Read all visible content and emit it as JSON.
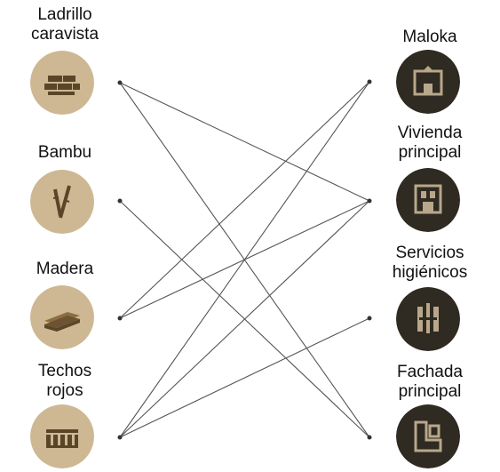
{
  "diagram": {
    "left_nodes": [
      {
        "id": "ladrillo",
        "label": "Ladrillo\ncaravista",
        "icon": "bricks-icon"
      },
      {
        "id": "bambu",
        "label": "Bambu",
        "icon": "bamboo-icon"
      },
      {
        "id": "madera",
        "label": "Madera",
        "icon": "wood-planks-icon"
      },
      {
        "id": "techos",
        "label": "Techos\nrojos",
        "icon": "roof-tiles-icon"
      }
    ],
    "right_nodes": [
      {
        "id": "maloka",
        "label": "Maloka",
        "icon": "maloka-hut-icon"
      },
      {
        "id": "vivienda",
        "label": "Vivienda\nprincipal",
        "icon": "main-house-icon"
      },
      {
        "id": "servicios",
        "label": "Servicios\nhigiénicos",
        "icon": "restroom-icon"
      },
      {
        "id": "fachada",
        "label": "Fachada\nprincipal",
        "icon": "facade-icon"
      }
    ],
    "edges": [
      [
        "ladrillo",
        "vivienda"
      ],
      [
        "ladrillo",
        "fachada"
      ],
      [
        "bambu",
        "fachada"
      ],
      [
        "madera",
        "maloka"
      ],
      [
        "madera",
        "vivienda"
      ],
      [
        "techos",
        "maloka"
      ],
      [
        "techos",
        "vivienda"
      ],
      [
        "techos",
        "servicios"
      ]
    ],
    "colors": {
      "left_badge": "#cdb893",
      "left_glyph": "#5a4528",
      "right_badge": "#2f2a22",
      "right_glyph": "#b8a78a",
      "edge": "#555555",
      "dot": "#333333"
    }
  }
}
